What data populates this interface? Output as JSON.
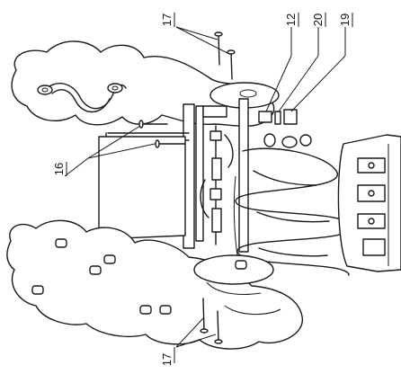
{
  "callouts": {
    "top_left_17": "17",
    "top_12": "12",
    "top_20": "20",
    "top_19": "19",
    "left_16": "16",
    "bottom_left_17": "17"
  }
}
